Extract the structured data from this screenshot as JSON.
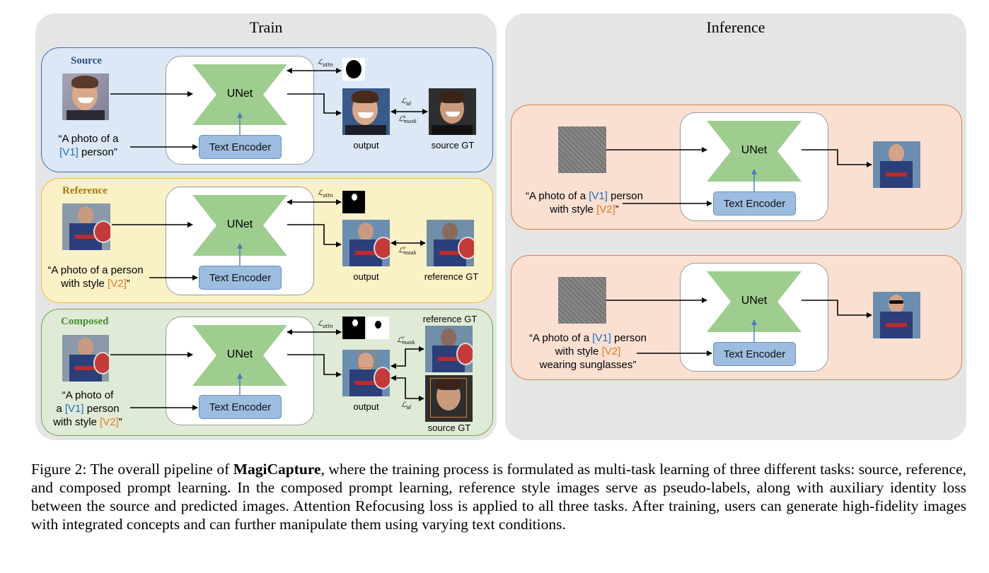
{
  "panels": {
    "train_title": "Train",
    "inference_title": "Inference"
  },
  "tasks": {
    "source_label": "Source",
    "reference_label": "Reference",
    "composed_label": "Composed"
  },
  "blocks": {
    "unet": "UNet",
    "text_encoder": "Text Encoder"
  },
  "prompts": {
    "source": {
      "l1": "“A photo of a",
      "v1": "[V1]",
      "l2": " person”"
    },
    "reference": {
      "l1": "“A photo of a person",
      "l2a": "with style ",
      "v2": "[V2]",
      "l2b": "”"
    },
    "composed": {
      "l1": "“A photo of",
      "l2a": "a ",
      "v1": "[V1]",
      "l2b": " person",
      "l3a": "with style ",
      "v2": "[V2]",
      "l3b": "”"
    },
    "inference1": {
      "l1a": "“A photo of a ",
      "v1": "[V1]",
      "l1b": " person",
      "l2a": "with style ",
      "v2": "[V2]",
      "l2b": "”"
    },
    "inference2": {
      "l1a": "“A photo of a ",
      "v1": "[V1]",
      "l1b": " person",
      "l2a": "with style ",
      "v2": "[V2]",
      "l3": "wearing sunglasses”"
    }
  },
  "labels": {
    "output": "output",
    "source_gt": "source GT",
    "reference_gt": "reference GT"
  },
  "losses": {
    "attn": "ℒattn",
    "id": "ℒid",
    "mask_s": "ℒsmask",
    "mask_r": "ℒrmask"
  },
  "colors": {
    "source_bg": "#dce8f5",
    "source_border": "#3a6cc0",
    "reference_bg": "#fbf1c7",
    "reference_border": "#e8c038",
    "composed_bg": "#dfebd6",
    "composed_border": "#6aa84f",
    "inference_bg": "#fbe0d2",
    "inference_border": "#d9824a",
    "unet_green": "#9fcd8f"
  },
  "caption": {
    "prefix": "Figure 2: The overall pipeline of ",
    "bold": "MagiCapture",
    "rest": ", where the training process is formulated as multi-task learning of three different tasks: source, reference, and composed prompt learning. In the composed prompt learning, reference style images serve as pseudo-labels, along with auxiliary identity loss between the source and predicted images. Attention Refocusing loss is applied to all three tasks. After training, users can generate high-fidelity images with integrated concepts and can further manipulate them using varying text conditions."
  }
}
